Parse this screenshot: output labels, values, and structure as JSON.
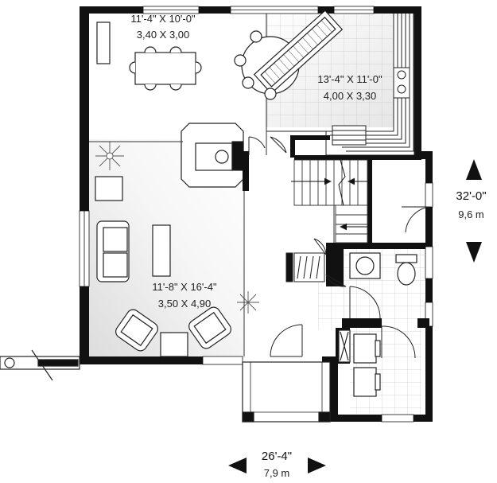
{
  "rooms": {
    "dining": {
      "imperial": "11'-4\" X 10'-0\"",
      "metric": "3,40 X 3,00"
    },
    "kitchen": {
      "imperial": "13'-4\" X 11'-0\"",
      "metric": "4,00 X 3,30"
    },
    "living": {
      "imperial": "11'-8\" X 16'-4\"",
      "metric": "3,50 X 4,90"
    }
  },
  "overall": {
    "depth": {
      "imperial": "32'-0\"",
      "metric": "9,6 m"
    },
    "width": {
      "imperial": "26'-4\"",
      "metric": "7,9 m"
    }
  }
}
